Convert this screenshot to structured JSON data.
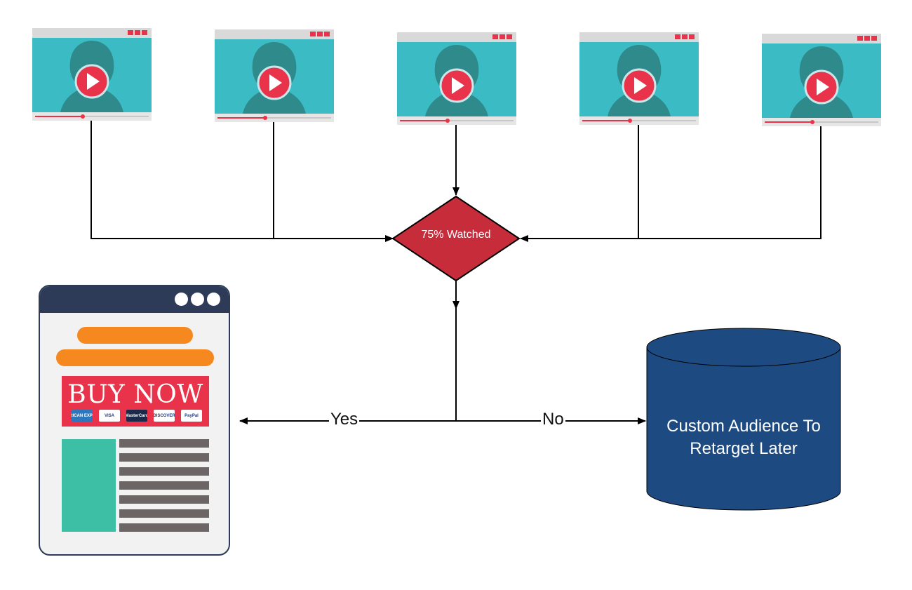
{
  "decision": {
    "label": "75% Watched",
    "fill": "#c72c3b"
  },
  "branches": {
    "yes_label": "Yes",
    "no_label": "No"
  },
  "audience": {
    "line1": "Custom Audience To",
    "line2": "Retarget Later",
    "fill": "#1d4a80"
  },
  "sales_page": {
    "buy_label": "BUY NOW",
    "cards": [
      "AMERICAN EXPRESS",
      "VISA",
      "MasterCard",
      "DISCOVER",
      "PayPal"
    ]
  },
  "videos": [
    "video-1",
    "video-2",
    "video-3",
    "video-4",
    "video-5"
  ],
  "colors": {
    "video_screen": "#3bbcc4",
    "silhouette": "#2f8a8c",
    "play": "#e8334a",
    "accent_orange": "#f5891f",
    "page_header": "#2d3b58"
  }
}
